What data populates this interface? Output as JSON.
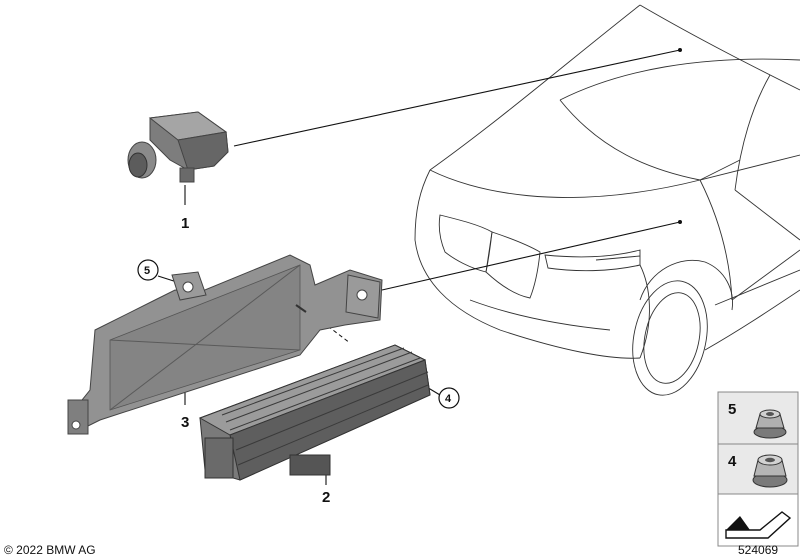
{
  "callouts": {
    "part1": "1",
    "part2": "2",
    "part3": "3",
    "part4": "4",
    "part5": "5"
  },
  "legend": {
    "item_top": "5",
    "item_bottom": "4"
  },
  "footer": {
    "copyright": "© 2022 BMW AG",
    "diagram_id": "524069"
  },
  "icons": {
    "sensor": "sensor-part-icon",
    "bracket": "bracket-part-icon",
    "control_unit": "control-unit-part-icon",
    "nut_flange": "flange-nut-icon",
    "nut_hex": "hex-nut-icon",
    "arrow": "direction-arrow-icon"
  },
  "colors": {
    "part_gray": "#8c8c8c",
    "part_dark": "#5a5a5a",
    "line": "#111111",
    "legend_bg": "#e8e8e8"
  }
}
